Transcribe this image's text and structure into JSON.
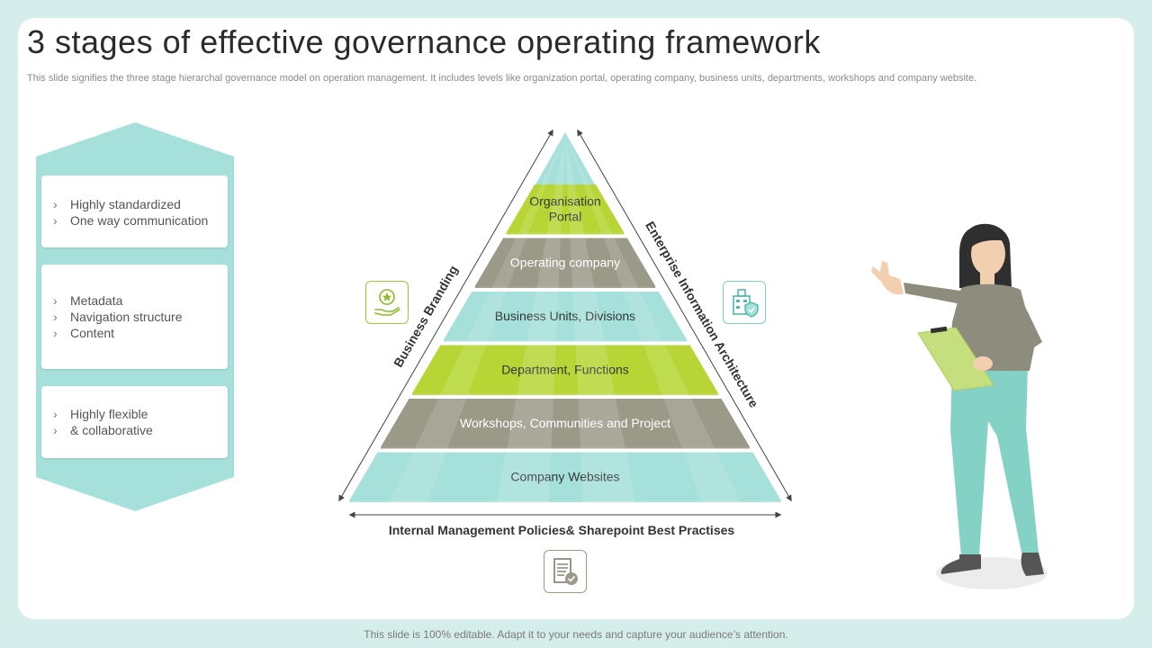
{
  "title": "3 stages of effective governance operating framework",
  "subtitle": "This slide signifies the three stage hierarchal governance model on operation management. It includes levels like organization portal, operating company, business units, departments, workshops and company website.",
  "stages": [
    {
      "items": [
        "Highly standardized",
        "One way communication"
      ]
    },
    {
      "items": [
        "Metadata",
        "Navigation structure",
        "Content"
      ]
    },
    {
      "items": [
        "Highly flexible",
        "& collaborative"
      ]
    }
  ],
  "pyramid": {
    "levels": [
      {
        "lines": [
          "Organisation",
          "Portal"
        ],
        "color": "#b7d636"
      },
      {
        "lines": [
          "Operating company"
        ],
        "color": "#9b9a89"
      },
      {
        "lines": [
          "Business Units, Divisions"
        ],
        "color": "#a6e0da"
      },
      {
        "lines": [
          "Department, Functions"
        ],
        "color": "#b7d636"
      },
      {
        "lines": [
          "Workshops, Communities and Project"
        ],
        "color": "#9b9a89"
      },
      {
        "lines": [
          "Company Websites"
        ],
        "color": "#a6e0da"
      }
    ],
    "left_label": "Business Branding",
    "right_label": "Enterprise Information Architecture",
    "bottom_label": "Internal Management Policies& Sharepoint Best Practises"
  },
  "icons": {
    "left": "hand-star-icon",
    "right": "building-shield-icon",
    "bottom": "document-check-icon"
  },
  "colors": {
    "teal": "#a6e0da",
    "green": "#b7d636",
    "gray": "#9b9a89",
    "background": "#d6eeeb"
  },
  "footer": "This slide is 100% editable. Adapt it to your needs and capture your audience’s attention."
}
